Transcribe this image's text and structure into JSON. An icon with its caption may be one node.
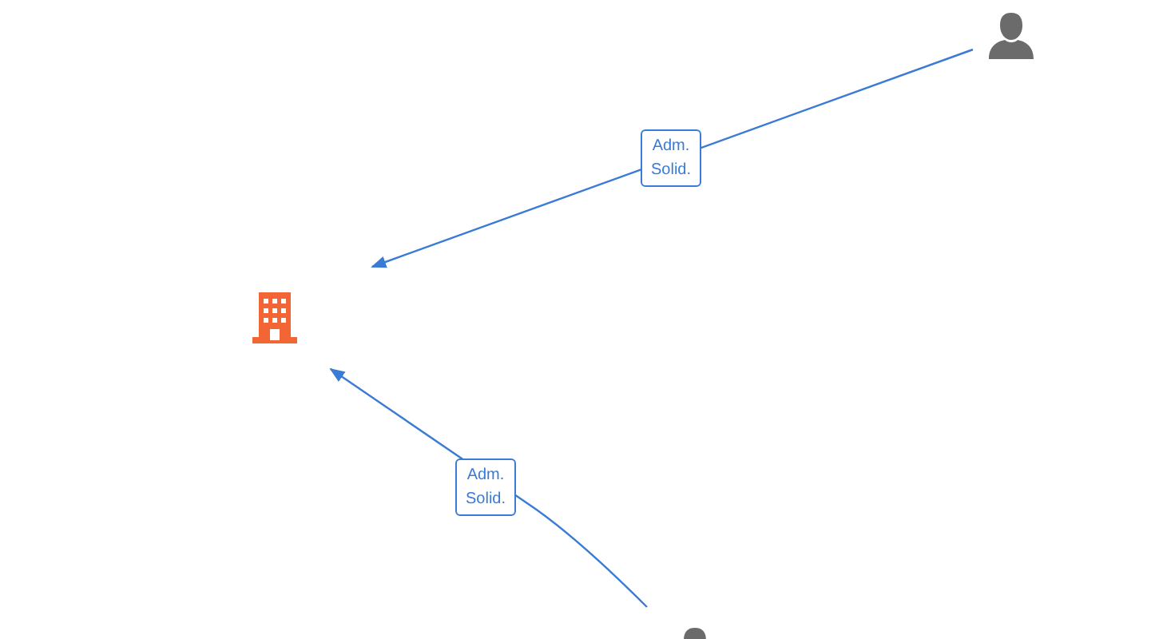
{
  "diagram": {
    "nodes": [
      {
        "text": [],
        "shape": "building"
      },
      {
        "text": [],
        "shape": "person"
      },
      {
        "text": [],
        "shape": "person"
      }
    ],
    "edges": [
      {
        "from": 1,
        "to": 0,
        "arrow": "to",
        "label": "Adm. Solid."
      },
      {
        "from": 2,
        "to": 0,
        "arrow": "to",
        "label": "Adm. Solid."
      }
    ]
  }
}
